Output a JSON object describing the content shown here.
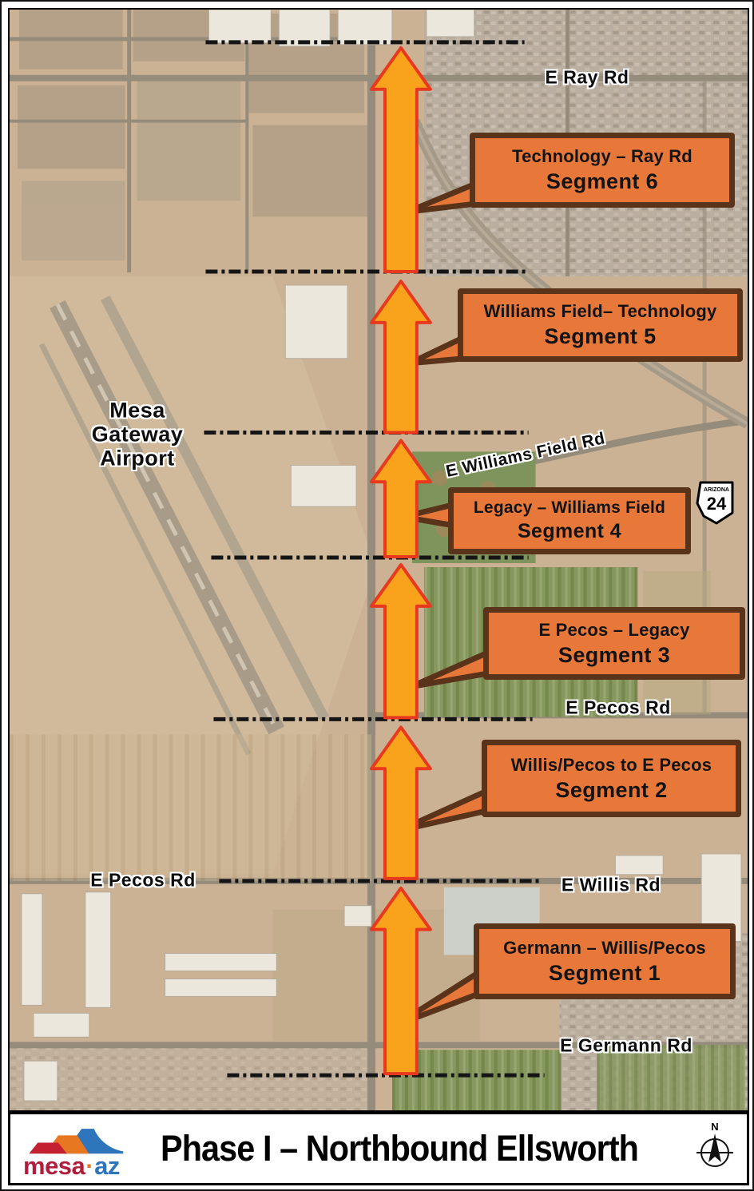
{
  "map": {
    "airport_label": "Mesa\nGateway\nAirport",
    "road_labels": {
      "ray": "E Ray Rd",
      "williams_field": "E Williams Field Rd",
      "pecos_right": "E Pecos Rd",
      "pecos_left": "E Pecos Rd",
      "willis": "E Willis Rd",
      "germann": "E Germann Rd"
    },
    "highway_shield": {
      "state": "ARIZONA",
      "number": "24"
    }
  },
  "segments": [
    {
      "route": "Technology – Ray Rd",
      "name": "Segment 6"
    },
    {
      "route": "Williams Field– Technology",
      "name": "Segment 5"
    },
    {
      "route": "Legacy – Williams Field",
      "name": "Segment 4"
    },
    {
      "route": "E Pecos – Legacy",
      "name": "Segment 3"
    },
    {
      "route": "Willis/Pecos to E Pecos",
      "name": "Segment 2"
    },
    {
      "route": "Germann – Willis/Pecos",
      "name": "Segment 1"
    }
  ],
  "footer": {
    "title": "Phase I – Northbound Ellsworth",
    "logo": {
      "word1": "mesa",
      "separator": "·",
      "word2": "az"
    },
    "compass_label": "N"
  },
  "colors": {
    "callout_fill": "#e8773a",
    "callout_border": "#59331a",
    "arrow_fill": "#f9a21b",
    "arrow_stroke": "#e8391f",
    "dash_line": "#151515"
  }
}
